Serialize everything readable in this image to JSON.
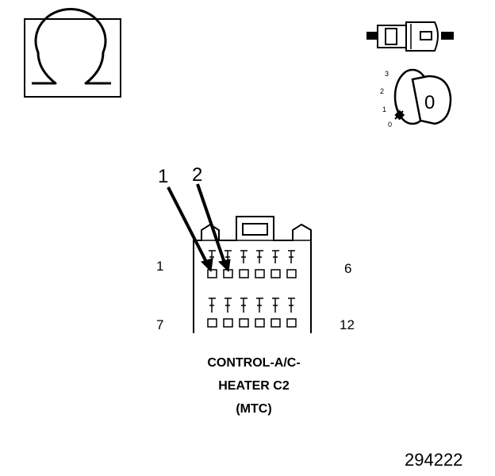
{
  "symbol": {
    "glyph": "Ω",
    "icon": "ohm-symbol-icon"
  },
  "ignition": {
    "positions": [
      "3",
      "2",
      "1",
      "0"
    ],
    "key_label": "0"
  },
  "callouts": [
    "1",
    "2"
  ],
  "pins": {
    "top_left": "1",
    "top_right": "6",
    "bottom_left": "7",
    "bottom_right": "12"
  },
  "title": {
    "line1": "CONTROL-A/C-",
    "line2": "HEATER C2",
    "line3": "(MTC)"
  },
  "figure_number": "294222"
}
